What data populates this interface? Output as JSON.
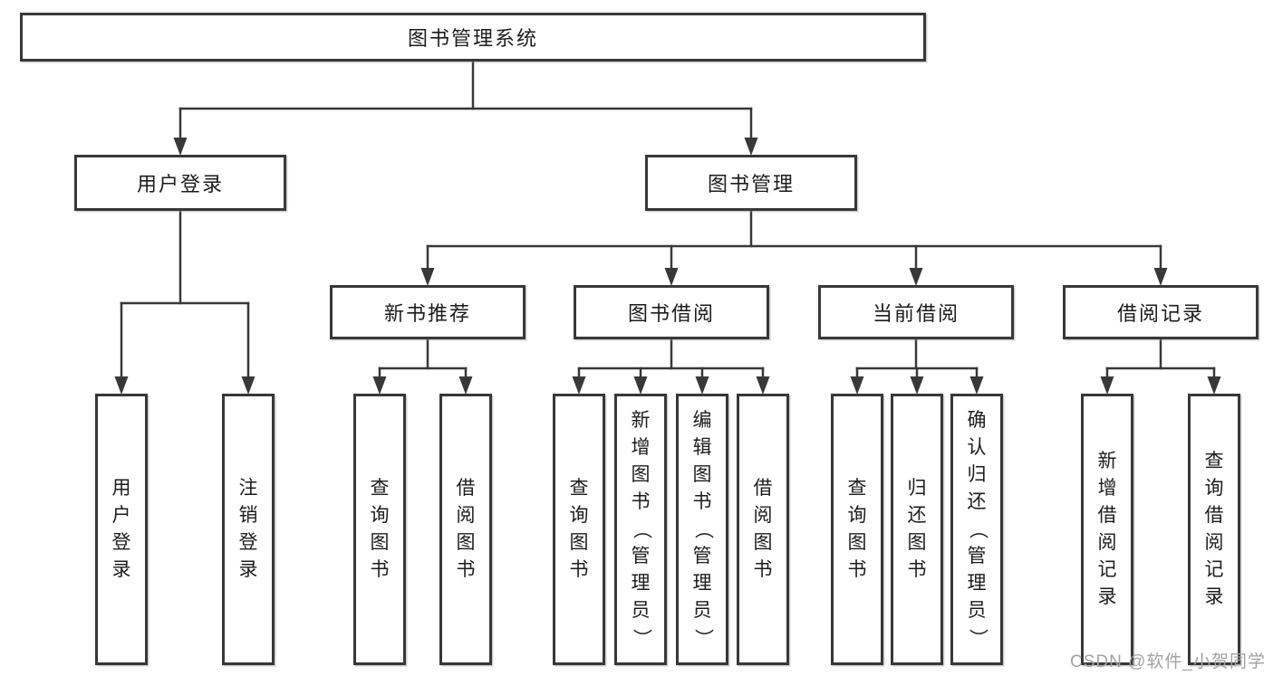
{
  "page": {
    "background": "#ffffff"
  },
  "watermark": {
    "text": "CSDN @软件_小贺同学",
    "color": "#a3a3a3"
  },
  "diagram": {
    "colors": {
      "line": "#383838",
      "text": "#1c1c1c",
      "box_background": "#ffffff"
    },
    "root": {
      "label": "图书管理系统"
    },
    "branches": [
      {
        "label": "用户登录",
        "children": [
          {
            "label": "用户登录"
          },
          {
            "label": "注销登录"
          }
        ]
      },
      {
        "label": "图书管理",
        "children": [
          {
            "label": "新书推荐",
            "children": [
              {
                "label": "查询图书"
              },
              {
                "label": "借阅图书"
              }
            ]
          },
          {
            "label": "图书借阅",
            "children": [
              {
                "label": "查询图书"
              },
              {
                "label": "新增图书（管理员）"
              },
              {
                "label": "编辑图书（管理员）"
              },
              {
                "label": "借阅图书"
              }
            ]
          },
          {
            "label": "当前借阅",
            "children": [
              {
                "label": "查询图书"
              },
              {
                "label": "归还图书"
              },
              {
                "label": "确认归还（管理员）"
              }
            ]
          },
          {
            "label": "借阅记录",
            "children": [
              {
                "label": "新增借阅记录"
              },
              {
                "label": "查询借阅记录"
              }
            ]
          }
        ]
      }
    ]
  }
}
